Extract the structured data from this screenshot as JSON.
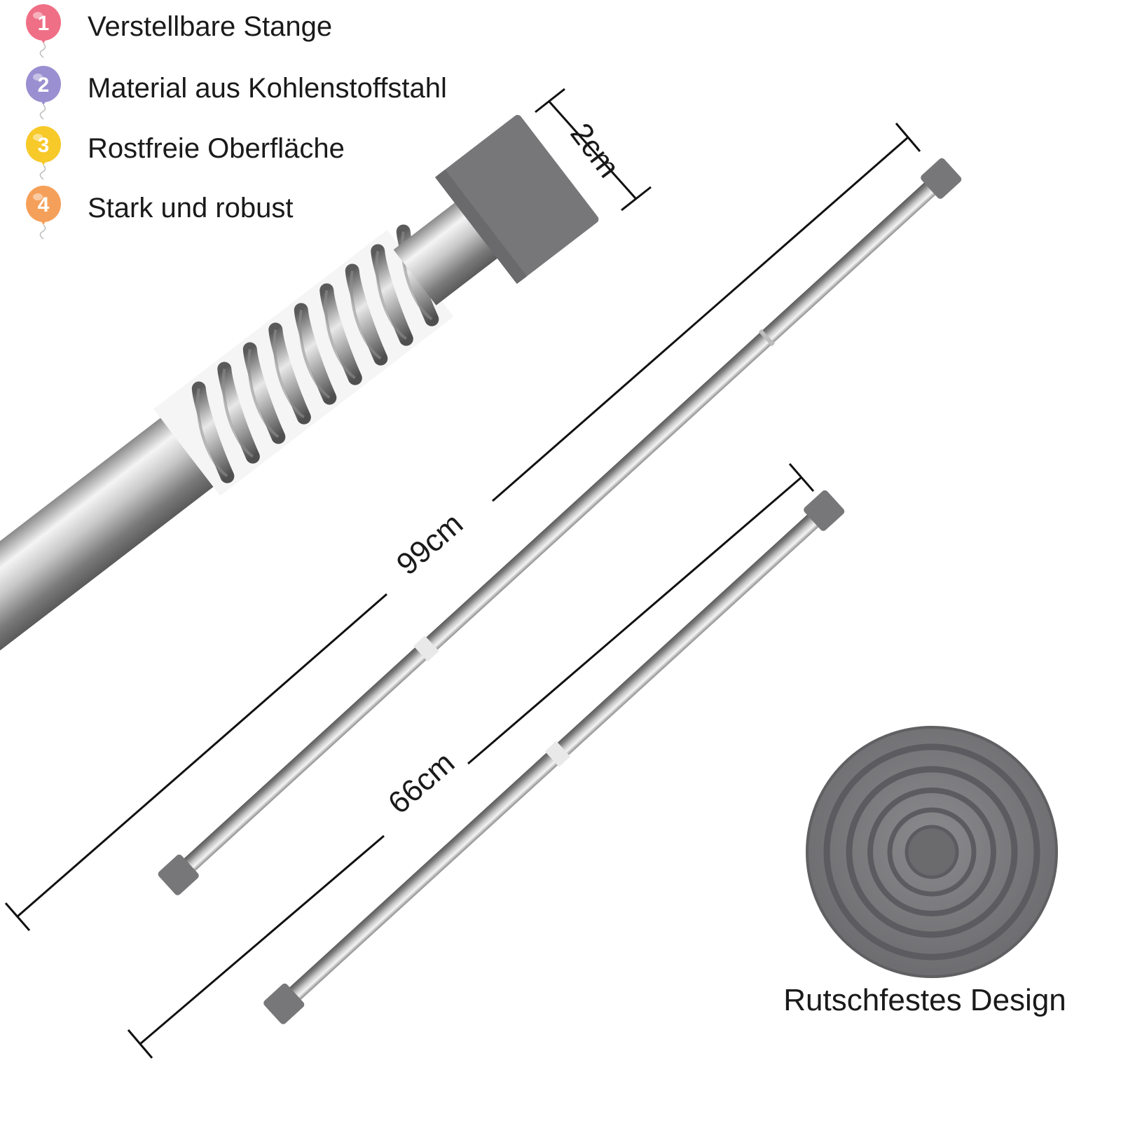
{
  "features": [
    {
      "number": "1",
      "label": "Verstellbare Stange",
      "color": "#ef6f86",
      "icon": "balloon-number-icon"
    },
    {
      "number": "2",
      "label": "Material aus Kohlenstoffstahl",
      "color": "#9a8fd0",
      "icon": "balloon-number-icon"
    },
    {
      "number": "3",
      "label": "Rostfreie Oberfläche",
      "color": "#f7c929",
      "icon": "balloon-number-icon"
    },
    {
      "number": "4",
      "label": "Stark und robust",
      "color": "#f5a05a",
      "icon": "balloon-number-icon"
    }
  ],
  "dimensions": {
    "diameter": "2cm",
    "long_rod": "99cm",
    "short_rod": "66cm"
  },
  "caption": "Rutschfestes Design",
  "colors": {
    "rubber_cap": "#77777a",
    "steel_light": "#f2f2f2",
    "steel_dark": "#6a6a6a",
    "dimension_line": "#111111"
  }
}
